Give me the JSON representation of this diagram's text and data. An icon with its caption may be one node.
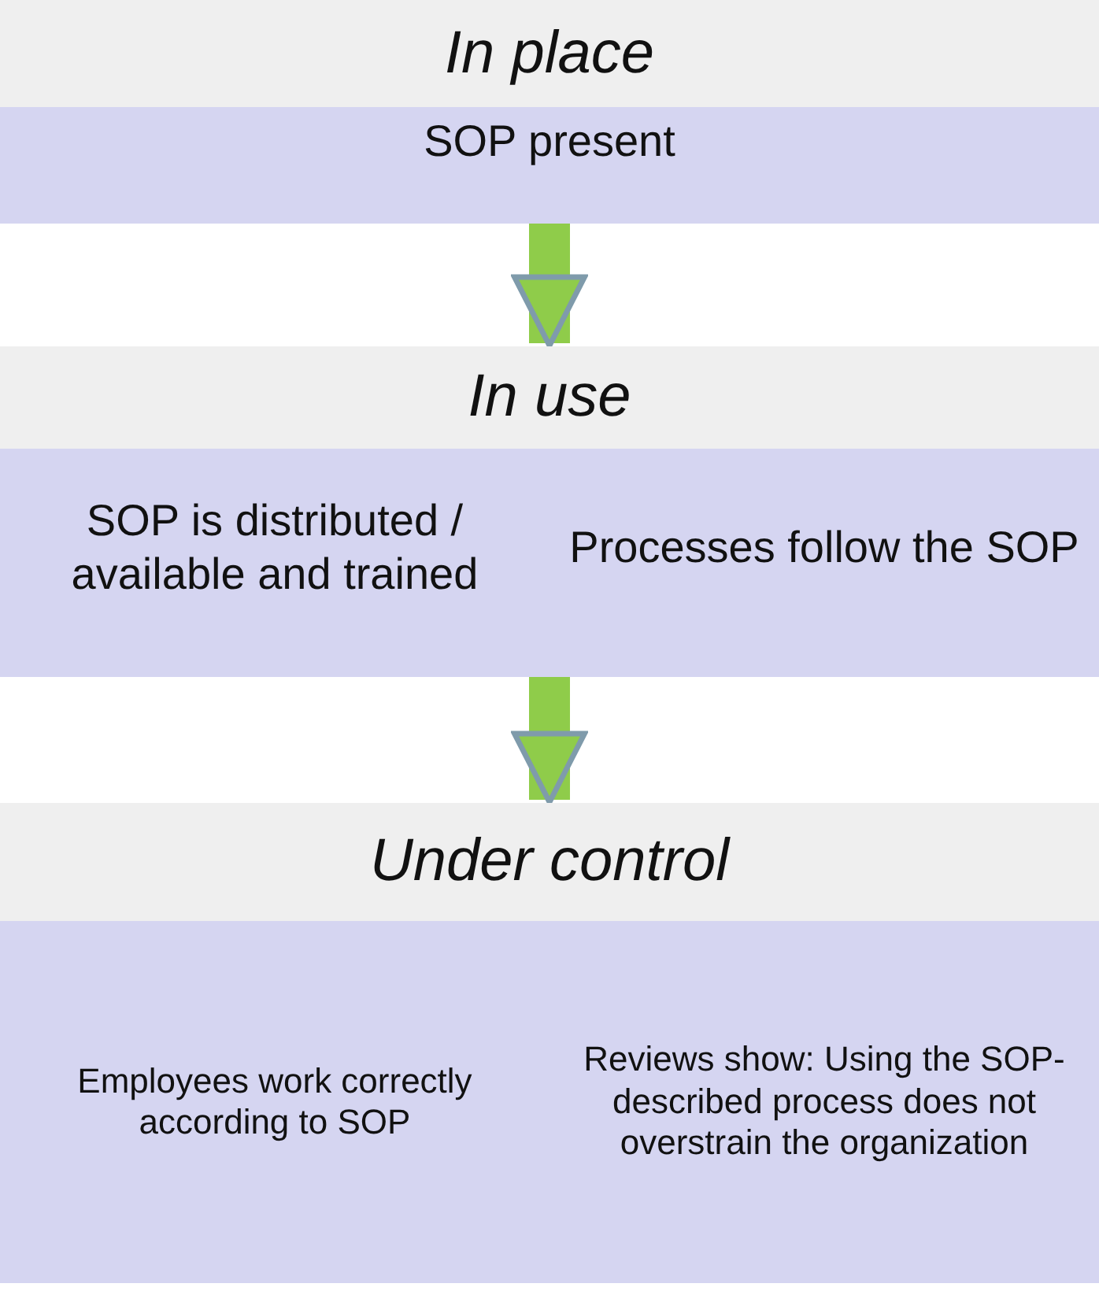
{
  "diagram": {
    "nodes": [
      {
        "text": [
          "In place"
        ]
      },
      {
        "text": [
          "SOP present"
        ],
        "in": 0
      },
      {
        "text": [
          "In use"
        ]
      },
      {
        "text": [
          "SOP is distributed / available and trained",
          "Processes follow the SOP"
        ],
        "in": 2
      },
      {
        "text": [
          "Under control"
        ]
      },
      {
        "text": [
          "Employees work correctly according to SOP",
          "Reviews show: Using the SOP-described process does not overstrain the organization"
        ],
        "in": 4
      }
    ],
    "edges": [
      {
        "from": 0,
        "to": 2,
        "arrow": "to"
      },
      {
        "from": 2,
        "to": 4,
        "arrow": "to"
      }
    ]
  }
}
